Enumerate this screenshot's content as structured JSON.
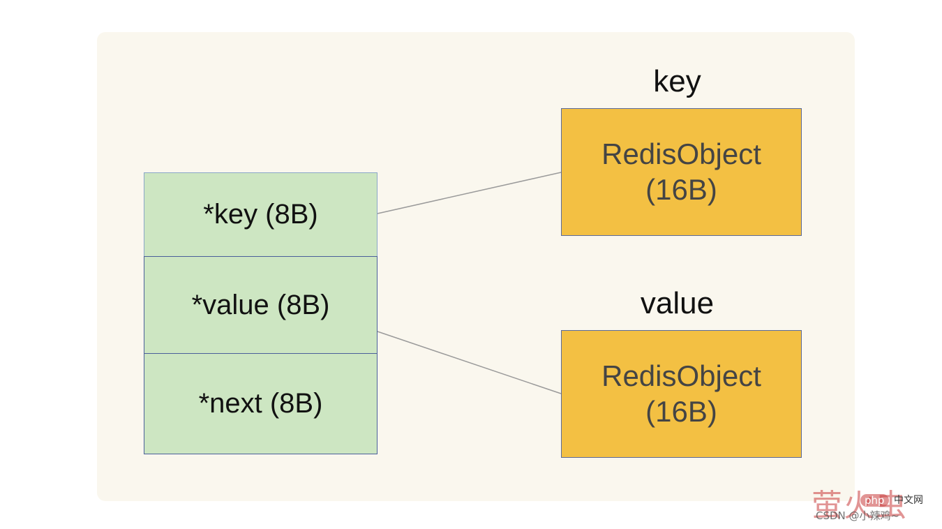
{
  "entry": {
    "fields": [
      {
        "id": "key",
        "label": "*key (8B)"
      },
      {
        "id": "value",
        "label": "*value (8B)"
      },
      {
        "id": "next",
        "label": "*next (8B)"
      }
    ]
  },
  "objects": {
    "key": {
      "title": "key",
      "line1": "RedisObject",
      "line2": "(16B)"
    },
    "value": {
      "title": "value",
      "line1": "RedisObject",
      "line2": "(16B)"
    }
  },
  "watermark": {
    "logo": "萤火虫",
    "badge": "php",
    "cn": "中文网",
    "csdn": "CSDN @小辣鸡~"
  },
  "colors": {
    "background": "#faf7ee",
    "entry_fill": "#cde6c2",
    "object_fill": "#f3c043",
    "border": "#4a5f9a",
    "link_line": "#9a9a9a"
  }
}
